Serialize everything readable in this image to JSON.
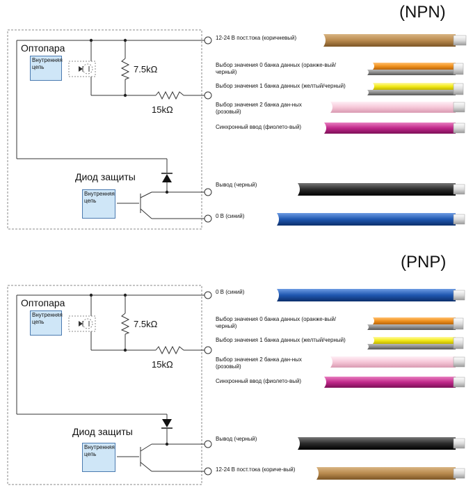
{
  "colors": {
    "brown": "#b98a4e",
    "orange": "#f0921e",
    "gray": "#8c8c8c",
    "yellow": "#f3ea1a",
    "pink": "#f6c8d8",
    "violet": "#c0288a",
    "black": "#2b2b2b",
    "blue": "#1f57b0",
    "light_blue_box": "#cfe6f7"
  },
  "npn": {
    "title": "(NPN)",
    "optocoupler": "Оптопара",
    "internal_circuit_opto": "Внутренняя цепь",
    "resistor_1": "7.5kΩ",
    "resistor_2": "15kΩ",
    "protection_diode": "Диод защиты",
    "internal_circuit_tr": "Внутренняя цепь",
    "wires": [
      "12-24 В пост.тока (коричневый)",
      "Выбор значения 0 банка данных (оранже-вый/черный)",
      "Выбор значения 1 банка данных (желтый/черный)",
      "Выбор значения 2 банка дан-ных (розовый)",
      "Синхронный ввод (фиолето-вый)",
      "Вывод (черный)",
      "0 В (синий)"
    ]
  },
  "pnp": {
    "title": "(PNP)",
    "optocoupler": "Оптопара",
    "internal_circuit_opto": "Внутренняя цепь",
    "resistor_1": "7.5kΩ",
    "resistor_2": "15kΩ",
    "protection_diode": "Диод защиты",
    "internal_circuit_tr": "Внутренняя цепь",
    "wires": [
      "0 В (синий)",
      "Выбор значения 0 банка данных (оранже-вый/черный)",
      "Выбор значения 1 банка данных (желтый/черный)",
      "Выбор значения 2 банка дан-ных (розовый)",
      "Синхронный ввод (фиолето-вый)",
      "Вывод (черный)",
      "12-24 В пост.тока (кориче-вый)"
    ]
  }
}
